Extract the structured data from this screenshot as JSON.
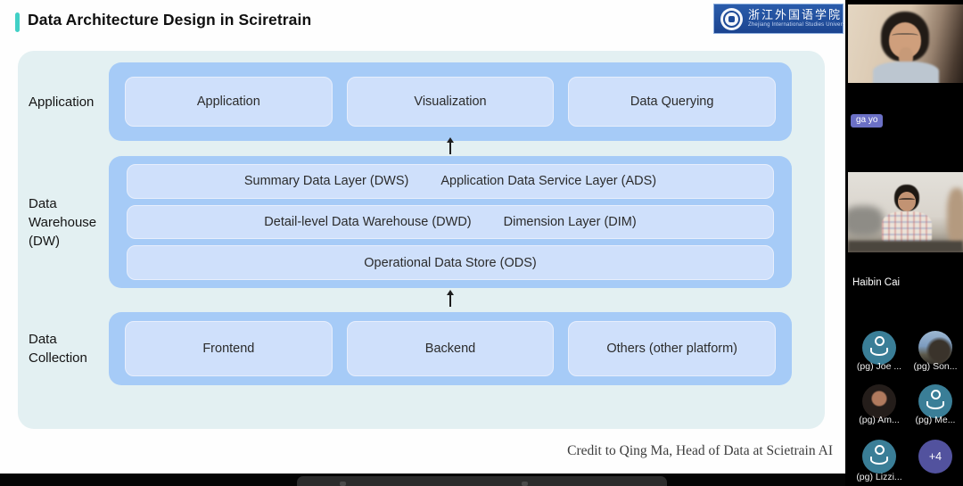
{
  "slide": {
    "title": "Data Architecture Design in Sciretrain",
    "logo": {
      "name_cn": "浙江外国语学院",
      "name_en": "Zhejiang International Studies University"
    },
    "credit": "Credit to Qing Ma, Head of Data at Scietrain AI",
    "diagram": {
      "flow_direction": "up",
      "sections": [
        {
          "label": "Application",
          "boxes": [
            "Application",
            "Visualization",
            "Data Querying"
          ]
        },
        {
          "label": "Data Warehouse (DW)",
          "rows": [
            [
              "Summary Data Layer (DWS)",
              "Application Data Service Layer (ADS)"
            ],
            [
              "Detail-level Data Warehouse (DWD)",
              "Dimension Layer (DIM)"
            ],
            [
              "Operational Data Store (ODS)"
            ]
          ]
        },
        {
          "label": "Data Collection",
          "boxes": [
            "Frontend",
            "Backend",
            "Others (other platform)"
          ]
        }
      ]
    },
    "colors": {
      "accent_teal": "#41d0c6",
      "panel_mint": "#e3f0f2",
      "row_blue": "#a6cbf7",
      "box_blue": "#cfe0fb"
    }
  },
  "sidebar": {
    "name_badge": "ga yo",
    "participant_name": "Haibin Cai",
    "avatars": [
      {
        "label": "(pg) Joe ...",
        "style": "default"
      },
      {
        "label": "(pg) Son...",
        "style": "photo-outdoor"
      },
      {
        "label": "(pg) Am...",
        "style": "photo-portrait"
      },
      {
        "label": "(pg) Me...",
        "style": "default"
      },
      {
        "label": "(pg) Lizzi...",
        "style": "default"
      },
      {
        "label": "+4",
        "style": "overflow"
      }
    ],
    "colors": {
      "avatar_teal": "#3a7e97",
      "overflow_purple": "#52529e",
      "badge_purple": "#6b70c5"
    }
  }
}
